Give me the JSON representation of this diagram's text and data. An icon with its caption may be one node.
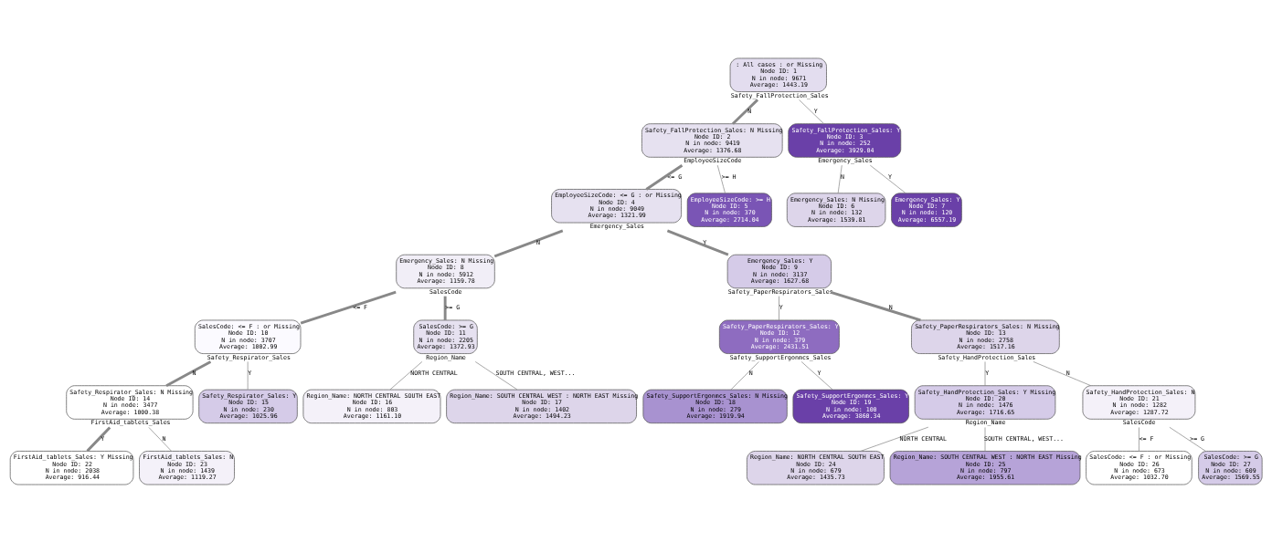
{
  "diagram": {
    "nodes": [
      {
        "text": [
          ": All cases : or Missing",
          "Node ID: 1",
          "N in node: 9671",
          "Average: 1443.19"
        ],
        "beside": [
          "Safety_FallProtection_Sales"
        ]
      },
      {
        "text": [
          "Safety_FallProtection_Sales: N Missing",
          "Node ID: 2",
          "N in node: 9419",
          "Average: 1376.68"
        ],
        "beside": [
          "EmployeeSizeCode"
        ]
      },
      {
        "text": [
          "Safety_FallProtection_Sales: Y",
          "Node ID: 3",
          "N in node: 252",
          "Average: 3929.04"
        ],
        "beside": [
          "Emergency_Sales"
        ]
      },
      {
        "text": [
          "EmployeeSizeCode: <= G : or Missing",
          "Node ID: 4",
          "N in node: 9049",
          "Average: 1321.99"
        ],
        "beside": [
          "Emergency_Sales"
        ]
      },
      {
        "text": [
          "EmployeeSizeCode: >= H",
          "Node ID: 5",
          "N in node: 370",
          "Average: 2714.04"
        ]
      },
      {
        "text": [
          "Emergency_Sales: N Missing",
          "Node ID: 6",
          "N in node: 132",
          "Average: 1539.81"
        ]
      },
      {
        "text": [
          "Emergency_Sales: Y",
          "Node ID: 7",
          "N in node: 120",
          "Average: 6557.19"
        ]
      },
      {
        "text": [
          "Emergency_Sales: N Missing",
          "Node ID: 8",
          "N in node: 5912",
          "Average: 1159.78"
        ],
        "beside": [
          "SalesCode"
        ]
      },
      {
        "text": [
          "Emergency_Sales: Y",
          "Node ID: 9",
          "N in node: 3137",
          "Average: 1627.68"
        ],
        "beside": [
          "Safety_PaperRespirators_Sales"
        ]
      },
      {
        "text": [
          "SalesCode: <= F : or Missing",
          "Node ID: 10",
          "N in node: 3707",
          "Average: 1002.99"
        ],
        "beside": [
          "Safety_Respirator_Sales"
        ]
      },
      {
        "text": [
          "SalesCode: >= G",
          "Node ID: 11",
          "N in node: 2205",
          "Average: 1372.93"
        ],
        "beside": [
          "Region_Name"
        ]
      },
      {
        "text": [
          "Safety_PaperRespirators_Sales: Y",
          "Node ID: 12",
          "N in node: 379",
          "Average: 2431.51"
        ],
        "beside": [
          "Safety_SupportErgonmcs_Sales"
        ]
      },
      {
        "text": [
          "Safety_PaperRespirators_Sales: N Missing",
          "Node ID: 13",
          "N in node: 2758",
          "Average: 1517.16"
        ],
        "beside": [
          "Safety_HandProtection_Sales"
        ]
      },
      {
        "text": [
          "Safety_Respirator_Sales: N Missing",
          "Node ID: 14",
          "N in node: 3477",
          "Average: 1000.38"
        ],
        "beside": [
          "FirstAid_tablets_Sales"
        ]
      },
      {
        "text": [
          "Safety_Respirator_Sales: Y",
          "Node ID: 15",
          "N in node: 230",
          "Average: 1025.96"
        ]
      },
      {
        "text": [
          "Region_Name: NORTH CENTRAL SOUTH EAST",
          "Node ID: 16",
          "N in node: 803",
          "Average: 1161.10"
        ]
      },
      {
        "text": [
          "Region_Name: SOUTH CENTRAL WEST : NORTH EAST Missing",
          "Node ID: 17",
          "N in node: 1402",
          "Average: 1494.23"
        ]
      },
      {
        "text": [
          "Safety_SupportErgonmcs_Sales: N Missing",
          "Node ID: 18",
          "N in node: 279",
          "Average: 1919.94"
        ]
      },
      {
        "text": [
          "Safety_SupportErgonmcs_Sales: Y",
          "Node ID: 19",
          "N in node: 100",
          "Average: 3860.34"
        ]
      },
      {
        "text": [
          "Safety_HandProtection_Sales: Y Missing",
          "Node ID: 20",
          "N in node: 1476",
          "Average: 1716.65"
        ],
        "beside": [
          "Region_Name"
        ]
      },
      {
        "text": [
          "Safety_HandProtection_Sales: N",
          "Node ID: 21",
          "N in node: 1282",
          "Average: 1287.72"
        ],
        "beside": [
          "SalesCode"
        ]
      },
      {
        "text": [
          "FirstAid_tablets_Sales: Y Missing",
          "Node ID: 22",
          "N in node: 2038",
          "Average: 916.44"
        ]
      },
      {
        "text": [
          "FirstAid_tablets_Sales: N",
          "Node ID: 23",
          "N in node: 1439",
          "Average: 1119.27"
        ]
      },
      {
        "text": [
          "Region_Name: NORTH CENTRAL SOUTH EAST",
          "Node ID: 24",
          "N in node: 679",
          "Average: 1435.73"
        ]
      },
      {
        "text": [
          "Region_Name: SOUTH CENTRAL WEST : NORTH EAST Missing",
          "Node ID: 25",
          "N in node: 797",
          "Average: 1955.61"
        ]
      },
      {
        "text": [
          "SalesCode: <= F : or Missing",
          "Node ID: 26",
          "N in node: 673",
          "Average: 1032.70"
        ]
      },
      {
        "text": [
          "SalesCode: >= G",
          "Node ID: 27",
          "N in node: 609",
          "Average: 1569.55"
        ]
      }
    ],
    "edges": [
      {
        "from": 0,
        "to": 1,
        "arrow": "none",
        "label": "N",
        "style": "thick"
      },
      {
        "from": 0,
        "to": 2,
        "arrow": "none",
        "label": "Y"
      },
      {
        "from": 1,
        "to": 3,
        "arrow": "none",
        "label": "<= G",
        "style": "thick"
      },
      {
        "from": 1,
        "to": 4,
        "arrow": "none",
        "label": ">= H"
      },
      {
        "from": 2,
        "to": 5,
        "arrow": "none",
        "label": "N"
      },
      {
        "from": 2,
        "to": 6,
        "arrow": "none",
        "label": "Y"
      },
      {
        "from": 3,
        "to": 7,
        "arrow": "none",
        "label": "N",
        "style": "thick"
      },
      {
        "from": 3,
        "to": 8,
        "arrow": "none",
        "label": "Y",
        "style": "thick"
      },
      {
        "from": 7,
        "to": 9,
        "arrow": "none",
        "label": "<= F",
        "style": "thick"
      },
      {
        "from": 7,
        "to": 10,
        "arrow": "none",
        "label": ">= G",
        "style": "thick"
      },
      {
        "from": 8,
        "to": 11,
        "arrow": "none",
        "label": "Y"
      },
      {
        "from": 8,
        "to": 12,
        "arrow": "none",
        "label": "N",
        "style": "thick"
      },
      {
        "from": 9,
        "to": 13,
        "arrow": "none",
        "label": "N",
        "style": "thick"
      },
      {
        "from": 9,
        "to": 14,
        "arrow": "none",
        "label": "Y"
      },
      {
        "from": 10,
        "to": 15,
        "arrow": "none",
        "label": "NORTH CENTRAL"
      },
      {
        "from": 10,
        "to": 16,
        "arrow": "none",
        "label": "SOUTH CENTRAL, WEST..."
      },
      {
        "from": 11,
        "to": 17,
        "arrow": "none",
        "label": "N"
      },
      {
        "from": 11,
        "to": 18,
        "arrow": "none",
        "label": "Y"
      },
      {
        "from": 12,
        "to": 19,
        "arrow": "none",
        "label": "Y"
      },
      {
        "from": 12,
        "to": 20,
        "arrow": "none",
        "label": "N"
      },
      {
        "from": 13,
        "to": 21,
        "arrow": "none",
        "label": "Y",
        "style": "thick"
      },
      {
        "from": 13,
        "to": 22,
        "arrow": "none",
        "label": "N"
      },
      {
        "from": 19,
        "to": 23,
        "arrow": "none",
        "label": "NORTH CENTRAL"
      },
      {
        "from": 19,
        "to": 24,
        "arrow": "none",
        "label": "SOUTH CENTRAL, WEST..."
      },
      {
        "from": 20,
        "to": 25,
        "arrow": "none",
        "label": "<= F"
      },
      {
        "from": 20,
        "to": 26,
        "arrow": "none",
        "label": ">= G"
      }
    ]
  }
}
